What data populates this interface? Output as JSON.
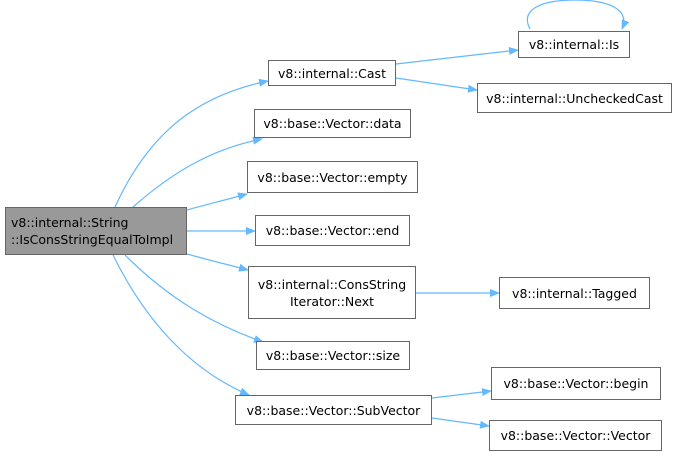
{
  "root": {
    "line1": "v8::internal::String",
    "line2": "::IsConsStringEqualToImpl"
  },
  "nodes": {
    "cast": "v8::internal::Cast",
    "is": "v8::internal::Is",
    "unchecked_cast": "v8::internal::UncheckedCast",
    "vector_data": "v8::base::Vector::data",
    "vector_empty": "v8::base::Vector::empty",
    "vector_end": "v8::base::Vector::end",
    "cons_next_line1": "v8::internal::ConsString",
    "cons_next_line2": "Iterator::Next",
    "tagged": "v8::internal::Tagged",
    "vector_size": "v8::base::Vector::size",
    "vector_subvector": "v8::base::Vector::SubVector",
    "vector_begin": "v8::base::Vector::begin",
    "vector_ctor": "v8::base::Vector::Vector"
  },
  "colors": {
    "edge": "#63b8ff",
    "root_fill": "#999999",
    "node_border": "#666666"
  }
}
